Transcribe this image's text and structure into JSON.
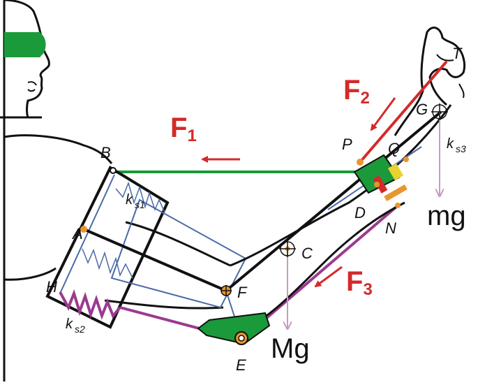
{
  "colors": {
    "force": "#d42a2a",
    "green": "#1a9a3a",
    "purple": "#9b3a8f",
    "blue": "#4a6aa8",
    "weight_arrow": "#c79ac2",
    "pivot": "#e8962e",
    "black": "#111111"
  },
  "labels": {
    "B": "B",
    "A": "A",
    "H": "H",
    "F": "F",
    "E": "E",
    "C": "C",
    "D": "D",
    "N": "N",
    "P": "P",
    "Q": "Q",
    "G": "G",
    "T": "T"
  },
  "springs": {
    "ks1": {
      "k": "k",
      "sub": "s1"
    },
    "ks2": {
      "k": "k",
      "sub": "s2"
    },
    "ks3": {
      "k": "k",
      "sub": "s3"
    }
  },
  "forces": {
    "F1": {
      "main": "F",
      "sub": "1"
    },
    "F2": {
      "main": "F",
      "sub": "2"
    },
    "F3": {
      "main": "F",
      "sub": "3"
    }
  },
  "weights": {
    "Mg": "Mg",
    "mg": "mg"
  }
}
